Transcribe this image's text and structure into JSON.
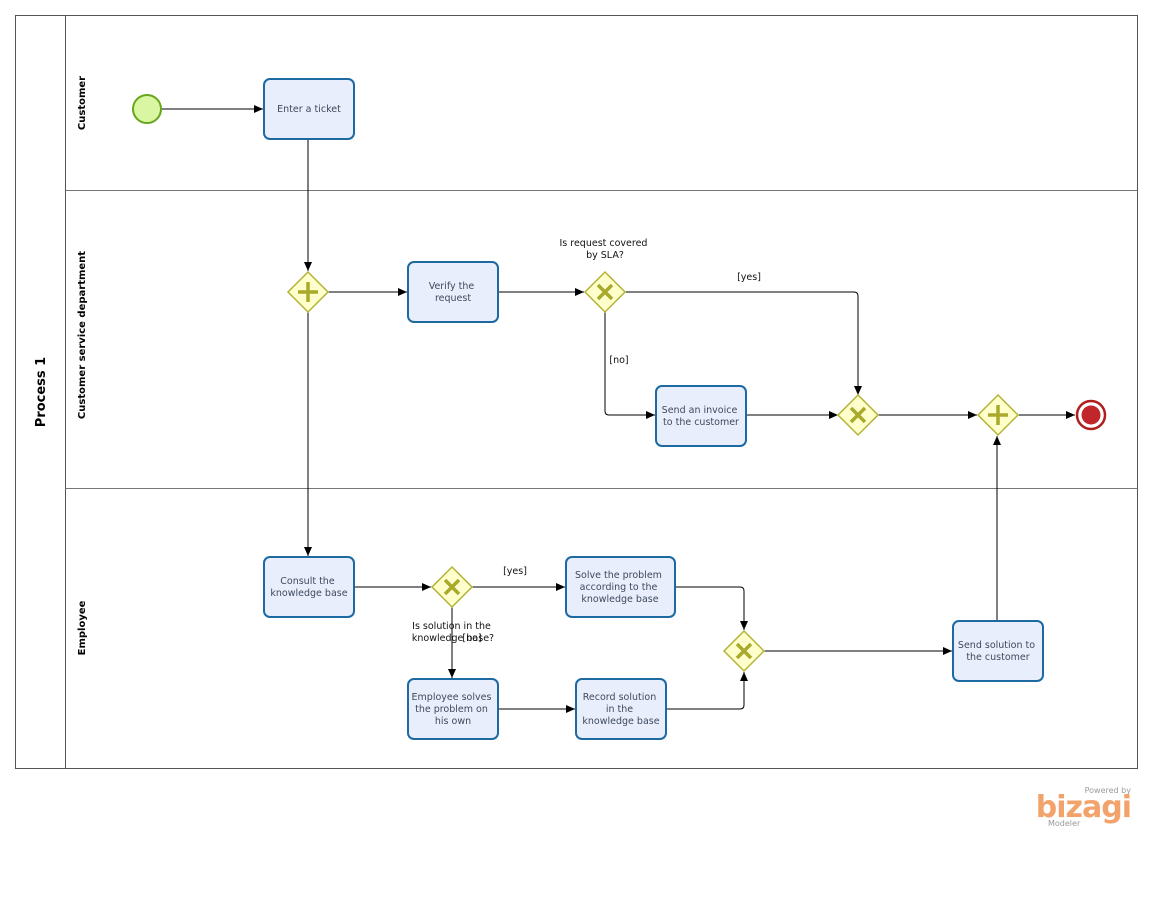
{
  "pool": {
    "name": "Process 1"
  },
  "lanes": {
    "customer": "Customer",
    "service": "Customer service department",
    "employee": "Employee"
  },
  "tasks": {
    "enter_ticket": [
      "Enter a ticket"
    ],
    "verify": [
      "Verify the",
      "request"
    ],
    "invoice": [
      "Send an invoice",
      "to the customer"
    ],
    "consult": [
      "Consult the",
      "knowledge base"
    ],
    "solve_kb": [
      "Solve the problem",
      "according to the",
      "knowledge base"
    ],
    "solve_own": [
      "Employee solves",
      "the problem on",
      "his own"
    ],
    "record": [
      "Record solution",
      "in the",
      "knowledge base"
    ],
    "send_solution": [
      "Send solution to",
      "the customer"
    ]
  },
  "labels": {
    "gw_sla": [
      "Is request covered",
      "by SLA?"
    ],
    "sla_yes": "[yes]",
    "sla_no": "[no]",
    "gw_kb": [
      "Is solution in the",
      "knowledge base?"
    ],
    "kb_yes": "[yes]",
    "kb_no": "[no]"
  },
  "watermark": {
    "powered": "Powered by",
    "brand": "bizagi",
    "product": "Modeler"
  },
  "colors": {
    "task_fill": "#e9eefc",
    "task_stroke": "#1d6aa3",
    "gateway_fill": "#ffffcc",
    "gateway_stroke": "#b3b337",
    "gateway_mark": "#a9a92c",
    "start_fill": "#d9f7a3",
    "start_stroke": "#68a51c",
    "end_fill": "#c0262a",
    "end_stroke": "#b01d1d",
    "lane_line": "#777777",
    "watermark": "#f2a36b"
  },
  "icons": {
    "start": "start-event-circle",
    "end": "end-event-circle",
    "parallel": "parallel-gateway-plus",
    "exclusive": "exclusive-gateway-x"
  }
}
